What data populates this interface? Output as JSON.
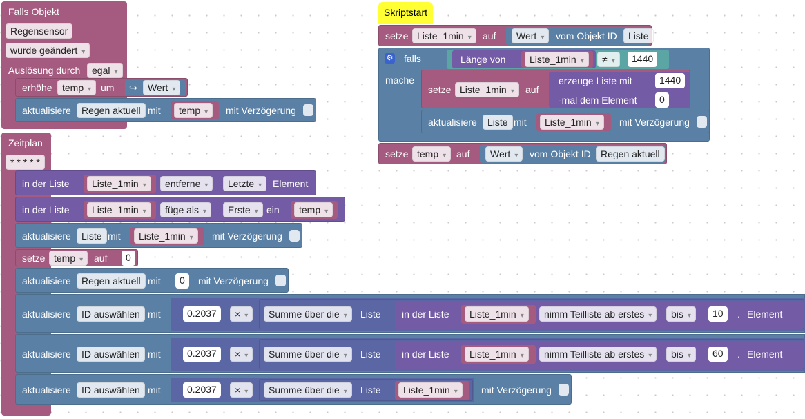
{
  "trigger": {
    "title": "Falls Objekt",
    "object": "Regensensor",
    "condition": "wurde geändert",
    "trigger_label": "Auslösung durch",
    "trigger_value": "egal"
  },
  "trigger_body": {
    "inc_label": "erhöhe",
    "inc_var": "temp",
    "inc_by": "um",
    "inc_arrow": "↪",
    "inc_value": "Wert",
    "update_label": "aktualisiere",
    "update_target": "Regen aktuell",
    "with": "mit",
    "update_var": "temp",
    "delay_label": "mit Verzögerung"
  },
  "schedule": {
    "title": "Zeitplan",
    "cron": "* * * * *",
    "row1": {
      "prefix": "in der Liste",
      "list": "Liste_1min",
      "action": "entferne",
      "pos": "Letzte",
      "suffix": "Element"
    },
    "row2": {
      "prefix": "in der Liste",
      "list": "Liste_1min",
      "action": "füge als",
      "pos": "Erste",
      "mid": "ein",
      "value": "temp"
    },
    "row3": {
      "label": "aktualisiere",
      "target": "Liste",
      "with": "mit",
      "value": "Liste_1min",
      "delay": "mit Verzögerung"
    },
    "row4": {
      "label": "setze",
      "var": "temp",
      "to": "auf",
      "value": "0"
    },
    "row5": {
      "label": "aktualisiere",
      "target": "Regen aktuell",
      "with": "mit",
      "value": "0",
      "delay": "mit Verzögerung"
    },
    "row6": {
      "label": "aktualisiere",
      "target": "ID auswählen",
      "with": "mit",
      "factor": "0.2037",
      "op": "×",
      "sum": "Summe über die",
      "sum_suffix": "Liste",
      "in_list": "in der Liste",
      "list": "Liste_1min",
      "take": "nimm Teilliste ab erstes",
      "to": "bis",
      "count": "10",
      "dot": ".",
      "element": "Element"
    },
    "row7": {
      "label": "aktualisiere",
      "target": "ID auswählen",
      "with": "mit",
      "factor": "0.2037",
      "op": "×",
      "sum": "Summe über die",
      "sum_suffix": "Liste",
      "in_list": "in der Liste",
      "list": "Liste_1min",
      "take": "nimm Teilliste ab erstes",
      "to": "bis",
      "count": "60",
      "dot": ".",
      "element": "Element"
    },
    "row8": {
      "label": "aktualisiere",
      "target": "ID auswählen",
      "with": "mit",
      "factor": "0.2037",
      "op": "×",
      "sum": "Summe über die",
      "sum_suffix": "Liste",
      "list": "Liste_1min",
      "delay": "mit Verzögerung"
    }
  },
  "script": {
    "start": "Skriptstart",
    "set1": {
      "label": "setze",
      "var": "Liste_1min",
      "to": "auf",
      "value": "Wert",
      "from": "vom Objekt ID",
      "object": "Liste"
    },
    "if": {
      "gear": "⚙",
      "if_label": "falls",
      "len_label": "Länge von",
      "len_var": "Liste_1min",
      "cmp": "≠",
      "cmp_value": "1440",
      "do_label": "mache",
      "set_label": "setze",
      "set_var": "Liste_1min",
      "set_to": "auf",
      "create_label": "erzeuge Liste mit",
      "create_count": "1440",
      "times_label": "-mal dem Element",
      "times_value": "0",
      "upd_label": "aktualisiere",
      "upd_target": "Liste",
      "upd_with": "mit",
      "upd_value": "Liste_1min",
      "upd_delay": "mit Verzögerung"
    },
    "set2": {
      "label": "setze",
      "var": "temp",
      "to": "auf",
      "value": "Wert",
      "from": "vom Objekt ID",
      "object": "Regen aktuell"
    }
  }
}
